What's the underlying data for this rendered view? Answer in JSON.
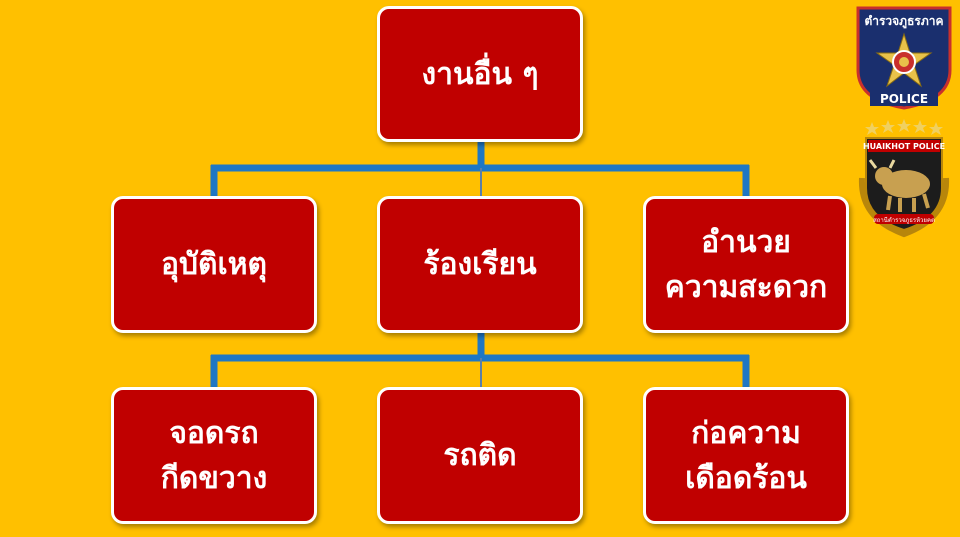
{
  "diagram": {
    "root": {
      "label": "งานอื่น ๆ"
    },
    "level1": [
      {
        "lines": [
          "อุบัติเหตุ"
        ]
      },
      {
        "lines": [
          "ร้องเรียน"
        ]
      },
      {
        "lines": [
          "อำนวย",
          "ความสะดวก"
        ]
      }
    ],
    "level2": [
      {
        "lines": [
          "จอดรถ",
          "กีดขวาง"
        ]
      },
      {
        "lines": [
          "รถติด"
        ]
      },
      {
        "lines": [
          "ก่อความ",
          "เดือดร้อน"
        ]
      }
    ]
  },
  "logos": {
    "badge_top": "ตำรวจภูธรภาค",
    "badge_bottom": "POLICE",
    "emblem_top": "HUAIKHOT POLICE",
    "emblem_bottom": "สถานีตำรวจภูธรห้วยคต"
  },
  "colors": {
    "background": "#FFC000",
    "box_fill": "#C00000",
    "connector": "#1F77C4"
  }
}
